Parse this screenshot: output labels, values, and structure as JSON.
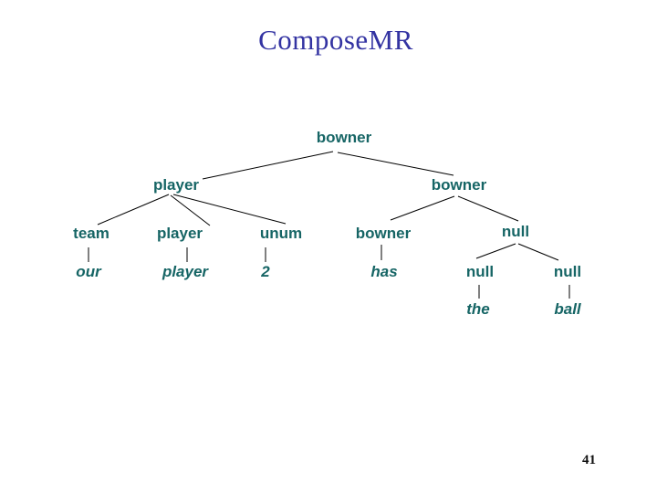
{
  "slide": {
    "title": "ComposeMR",
    "page_number": "41"
  },
  "colors": {
    "background": "#ffffff",
    "title_text": "#3333A2",
    "node_text": "#166565",
    "edge_line": "#000000",
    "page_number_text": "#111111"
  },
  "tree": {
    "description": "Semantic parse tree",
    "nodes": [
      {
        "id": "root-bowner",
        "label": "bowner",
        "kind": "internal",
        "level": 1
      },
      {
        "id": "l2-player",
        "label": "player",
        "kind": "internal",
        "level": 2
      },
      {
        "id": "l2-bowner",
        "label": "bowner",
        "kind": "internal",
        "level": 2
      },
      {
        "id": "l3-team",
        "label": "team",
        "kind": "internal",
        "level": 3
      },
      {
        "id": "l3-player",
        "label": "player",
        "kind": "internal",
        "level": 3
      },
      {
        "id": "l3-unum",
        "label": "unum",
        "kind": "internal",
        "level": 3
      },
      {
        "id": "l3-bowner",
        "label": "bowner",
        "kind": "internal",
        "level": 3
      },
      {
        "id": "l3-null",
        "label": "null",
        "kind": "internal",
        "level": 3
      },
      {
        "id": "leaf-our",
        "label": "our",
        "kind": "leaf",
        "level": 4
      },
      {
        "id": "leaf-player",
        "label": "player",
        "kind": "leaf",
        "level": 4
      },
      {
        "id": "leaf-2",
        "label": "2",
        "kind": "leaf",
        "level": 4
      },
      {
        "id": "leaf-has",
        "label": "has",
        "kind": "leaf",
        "level": 4
      },
      {
        "id": "l4-null-left",
        "label": "null",
        "kind": "internal",
        "level": 4
      },
      {
        "id": "l4-null-right",
        "label": "null",
        "kind": "internal",
        "level": 4
      },
      {
        "id": "leaf-the",
        "label": "the",
        "kind": "leaf",
        "level": 5
      },
      {
        "id": "leaf-ball",
        "label": "ball",
        "kind": "leaf",
        "level": 5
      }
    ],
    "edges": [
      {
        "from": "root-bowner",
        "to": "l2-player"
      },
      {
        "from": "root-bowner",
        "to": "l2-bowner"
      },
      {
        "from": "l2-player",
        "to": "l3-team"
      },
      {
        "from": "l2-player",
        "to": "l3-player"
      },
      {
        "from": "l2-player",
        "to": "l3-unum"
      },
      {
        "from": "l2-bowner",
        "to": "l3-bowner"
      },
      {
        "from": "l2-bowner",
        "to": "l3-null"
      },
      {
        "from": "l3-team",
        "to": "leaf-our"
      },
      {
        "from": "l3-player",
        "to": "leaf-player"
      },
      {
        "from": "l3-unum",
        "to": "leaf-2"
      },
      {
        "from": "l3-bowner",
        "to": "leaf-has"
      },
      {
        "from": "l3-null",
        "to": "l4-null-left"
      },
      {
        "from": "l3-null",
        "to": "l4-null-right"
      },
      {
        "from": "l4-null-left",
        "to": "leaf-the"
      },
      {
        "from": "l4-null-right",
        "to": "leaf-ball"
      }
    ]
  }
}
